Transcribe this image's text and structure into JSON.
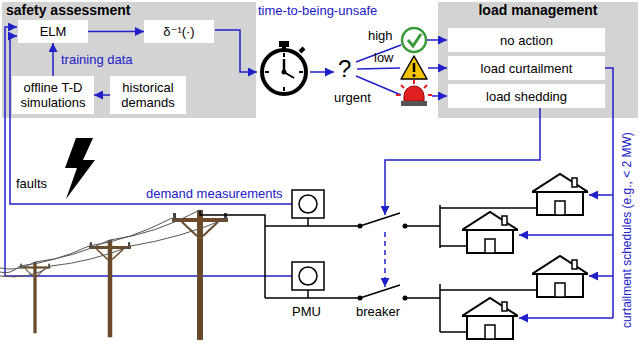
{
  "diagram": {
    "nodes": [
      {
        "text": [
          "safety assessment"
        ]
      },
      {
        "text": [
          "ELM"
        ],
        "in": 0
      },
      {
        "text": [
          "δ⁻¹(·)"
        ],
        "in": 0
      },
      {
        "text": [
          "offline T-D simulations"
        ],
        "in": 0
      },
      {
        "text": [
          "historical demands"
        ],
        "in": 0
      },
      {
        "text": [
          "load management"
        ]
      },
      {
        "text": [
          "no action"
        ],
        "in": 5
      },
      {
        "text": [
          "load curtailment"
        ],
        "in": 5
      },
      {
        "text": [
          "load shedding"
        ],
        "in": 5
      }
    ],
    "edges": [
      {
        "from": 1,
        "to": 2,
        "arrow": "to"
      },
      {
        "from": 3,
        "to": 1,
        "arrow": "to",
        "label": "training data"
      },
      {
        "from": 4,
        "to": 3,
        "arrow": "to"
      }
    ],
    "labels": [
      "time-to-being-unsafe",
      "?",
      "high",
      "low",
      "urgent",
      "demand measurements",
      "faults",
      "PMU",
      "breaker",
      "curtailment schedules (e.g., < 2 MW)"
    ]
  }
}
